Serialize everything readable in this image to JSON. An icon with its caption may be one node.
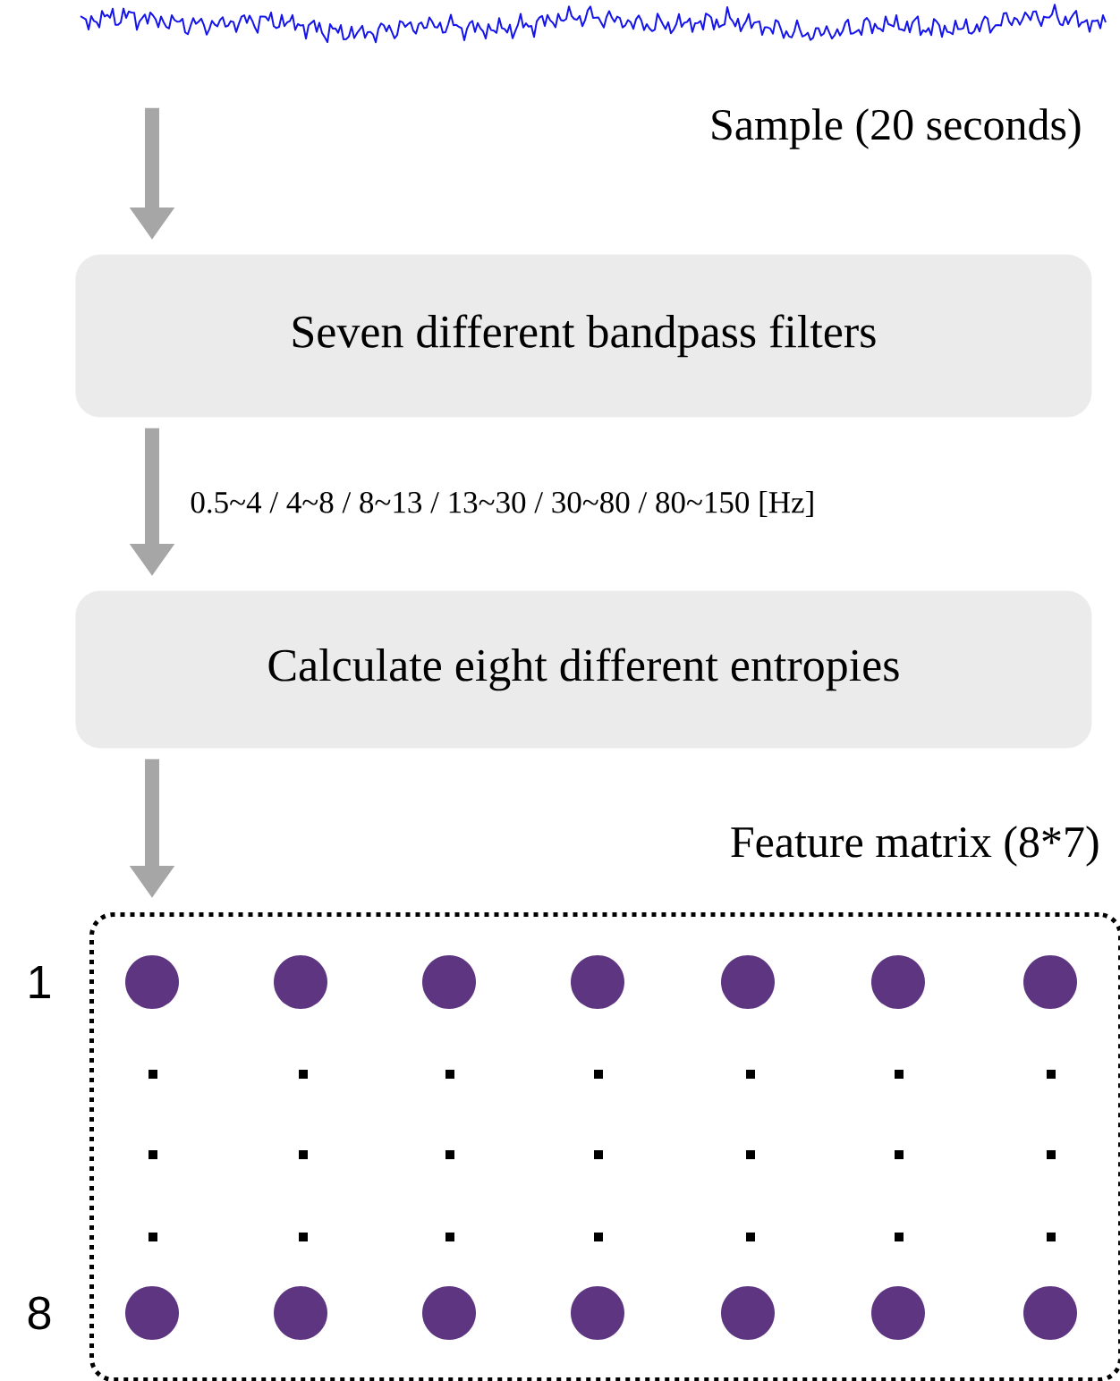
{
  "diagram": {
    "nodes": [
      {
        "text": [],
        "shape": "picture",
        "beside": [
          "Sample (20 seconds)"
        ]
      },
      {
        "text": [
          "Seven different bandpass filters"
        ]
      },
      {
        "text": [
          "Calculate eight different entropies"
        ]
      },
      {
        "text": [],
        "shape": "box",
        "beside": [
          "Feature matrix (8*7)"
        ]
      }
    ],
    "edges": [
      {
        "from": 0,
        "to": 1,
        "arrow": "to"
      },
      {
        "from": 1,
        "to": 2,
        "arrow": "to",
        "label": "0.5~4 / 4~8 / 8~13 / 13~30 / 30~80 / 80~150 [Hz]"
      },
      {
        "from": 2,
        "to": 3,
        "arrow": "to"
      }
    ],
    "labels": [
      "1",
      "8"
    ]
  }
}
